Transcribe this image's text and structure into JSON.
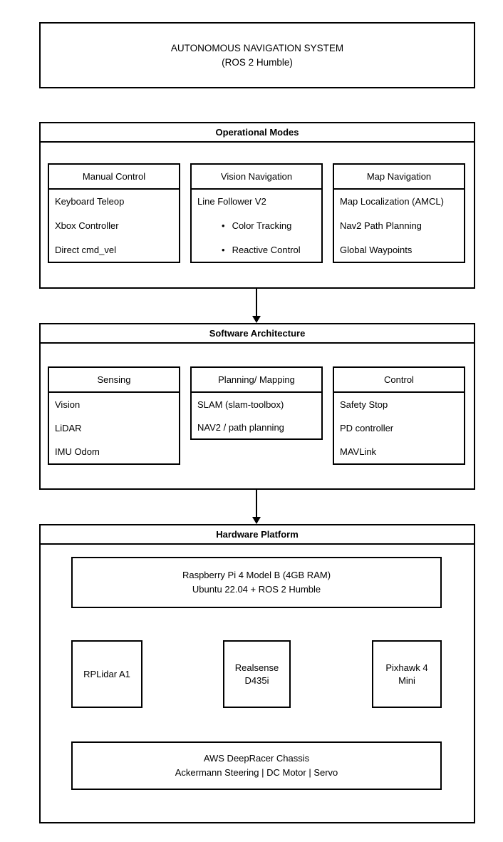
{
  "title": {
    "line1": "AUTONOMOUS NAVIGATION SYSTEM",
    "line2": "(ROS 2 Humble)"
  },
  "glyphs": {
    "bullet": "•"
  },
  "colors": {
    "border": "#000000",
    "background": "#ffffff",
    "text": "#000000"
  },
  "sections": {
    "operational": {
      "header": "Operational Modes",
      "boxes": [
        {
          "title": "Manual Control",
          "items": [
            "Keyboard Teleop",
            "Xbox Controller",
            "Direct cmd_vel"
          ]
        },
        {
          "title": "Vision Navigation",
          "lead": "Line Follower V2",
          "bullets": [
            "Color Tracking",
            "Reactive Control"
          ]
        },
        {
          "title": "Map Navigation",
          "items": [
            "Map Localization (AMCL)",
            "Nav2 Path Planning",
            "Global Waypoints"
          ]
        }
      ]
    },
    "software": {
      "header": "Software Architecture",
      "boxes": [
        {
          "title": "Sensing",
          "items": [
            "Vision",
            "LiDAR",
            "IMU Odom"
          ]
        },
        {
          "title": "Planning/ Mapping",
          "items": [
            "SLAM (slam-toolbox)",
            "NAV2 / path planning"
          ]
        },
        {
          "title": "Control",
          "items": [
            "Safety Stop",
            "PD controller",
            "MAVLink"
          ]
        }
      ]
    },
    "hardware": {
      "header": "Hardware Platform",
      "compute": {
        "line1": "Raspberry Pi 4 Model B (4GB RAM)",
        "line2": "Ubuntu 22.04 + ROS 2 Humble"
      },
      "devices": [
        "RPLidar A1",
        "Realsense D435i",
        "Pixhawk 4 Mini"
      ],
      "chassis": {
        "line1": "AWS DeepRacer Chassis",
        "line2": "Ackermann Steering | DC Motor | Servo"
      }
    }
  }
}
